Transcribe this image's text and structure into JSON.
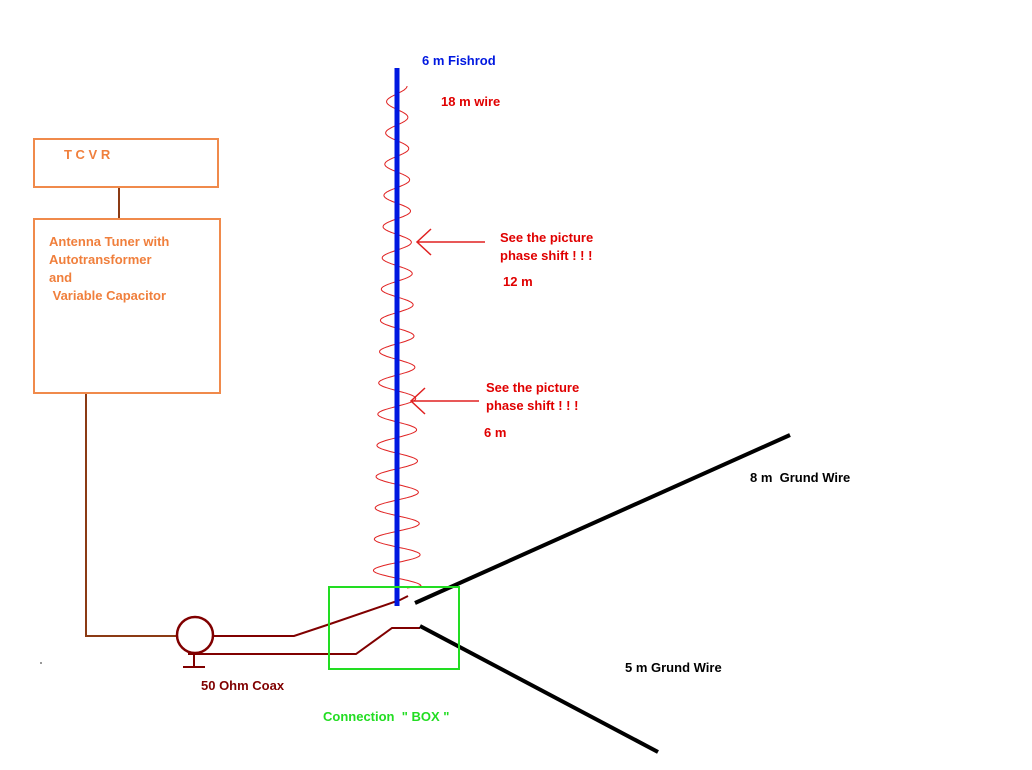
{
  "colors": {
    "box_border": "#f08a4b",
    "box_text": "#f07f3c",
    "rod": "#0018e0",
    "rod_label": "#0018e0",
    "wire": "#e02020",
    "red_text": "#e00000",
    "coax": "#800000",
    "feed": "#8b3a14",
    "ground": "#000000",
    "connection_box": "#22dd22"
  },
  "tcvr": {
    "label": "T C V R"
  },
  "tuner": {
    "lines": [
      "Antenna Tuner with",
      "Autotransformer",
      "and",
      " Variable Capacitor"
    ]
  },
  "fishrod": {
    "label": "6 m Fishrod"
  },
  "wire": {
    "label": "18 m wire"
  },
  "annotations": [
    {
      "lines": [
        "See the picture",
        "phase shift ! ! !"
      ],
      "distance": "12 m"
    },
    {
      "lines": [
        "See the picture",
        "phase shift ! ! !"
      ],
      "distance": "6 m"
    }
  ],
  "ground_wires": [
    {
      "label": "8 m  Grund Wire"
    },
    {
      "label": "5 m Grund Wire"
    }
  ],
  "coax": {
    "label": "50 Ohm Coax"
  },
  "connection_box": {
    "label": "Connection  \" BOX \""
  }
}
